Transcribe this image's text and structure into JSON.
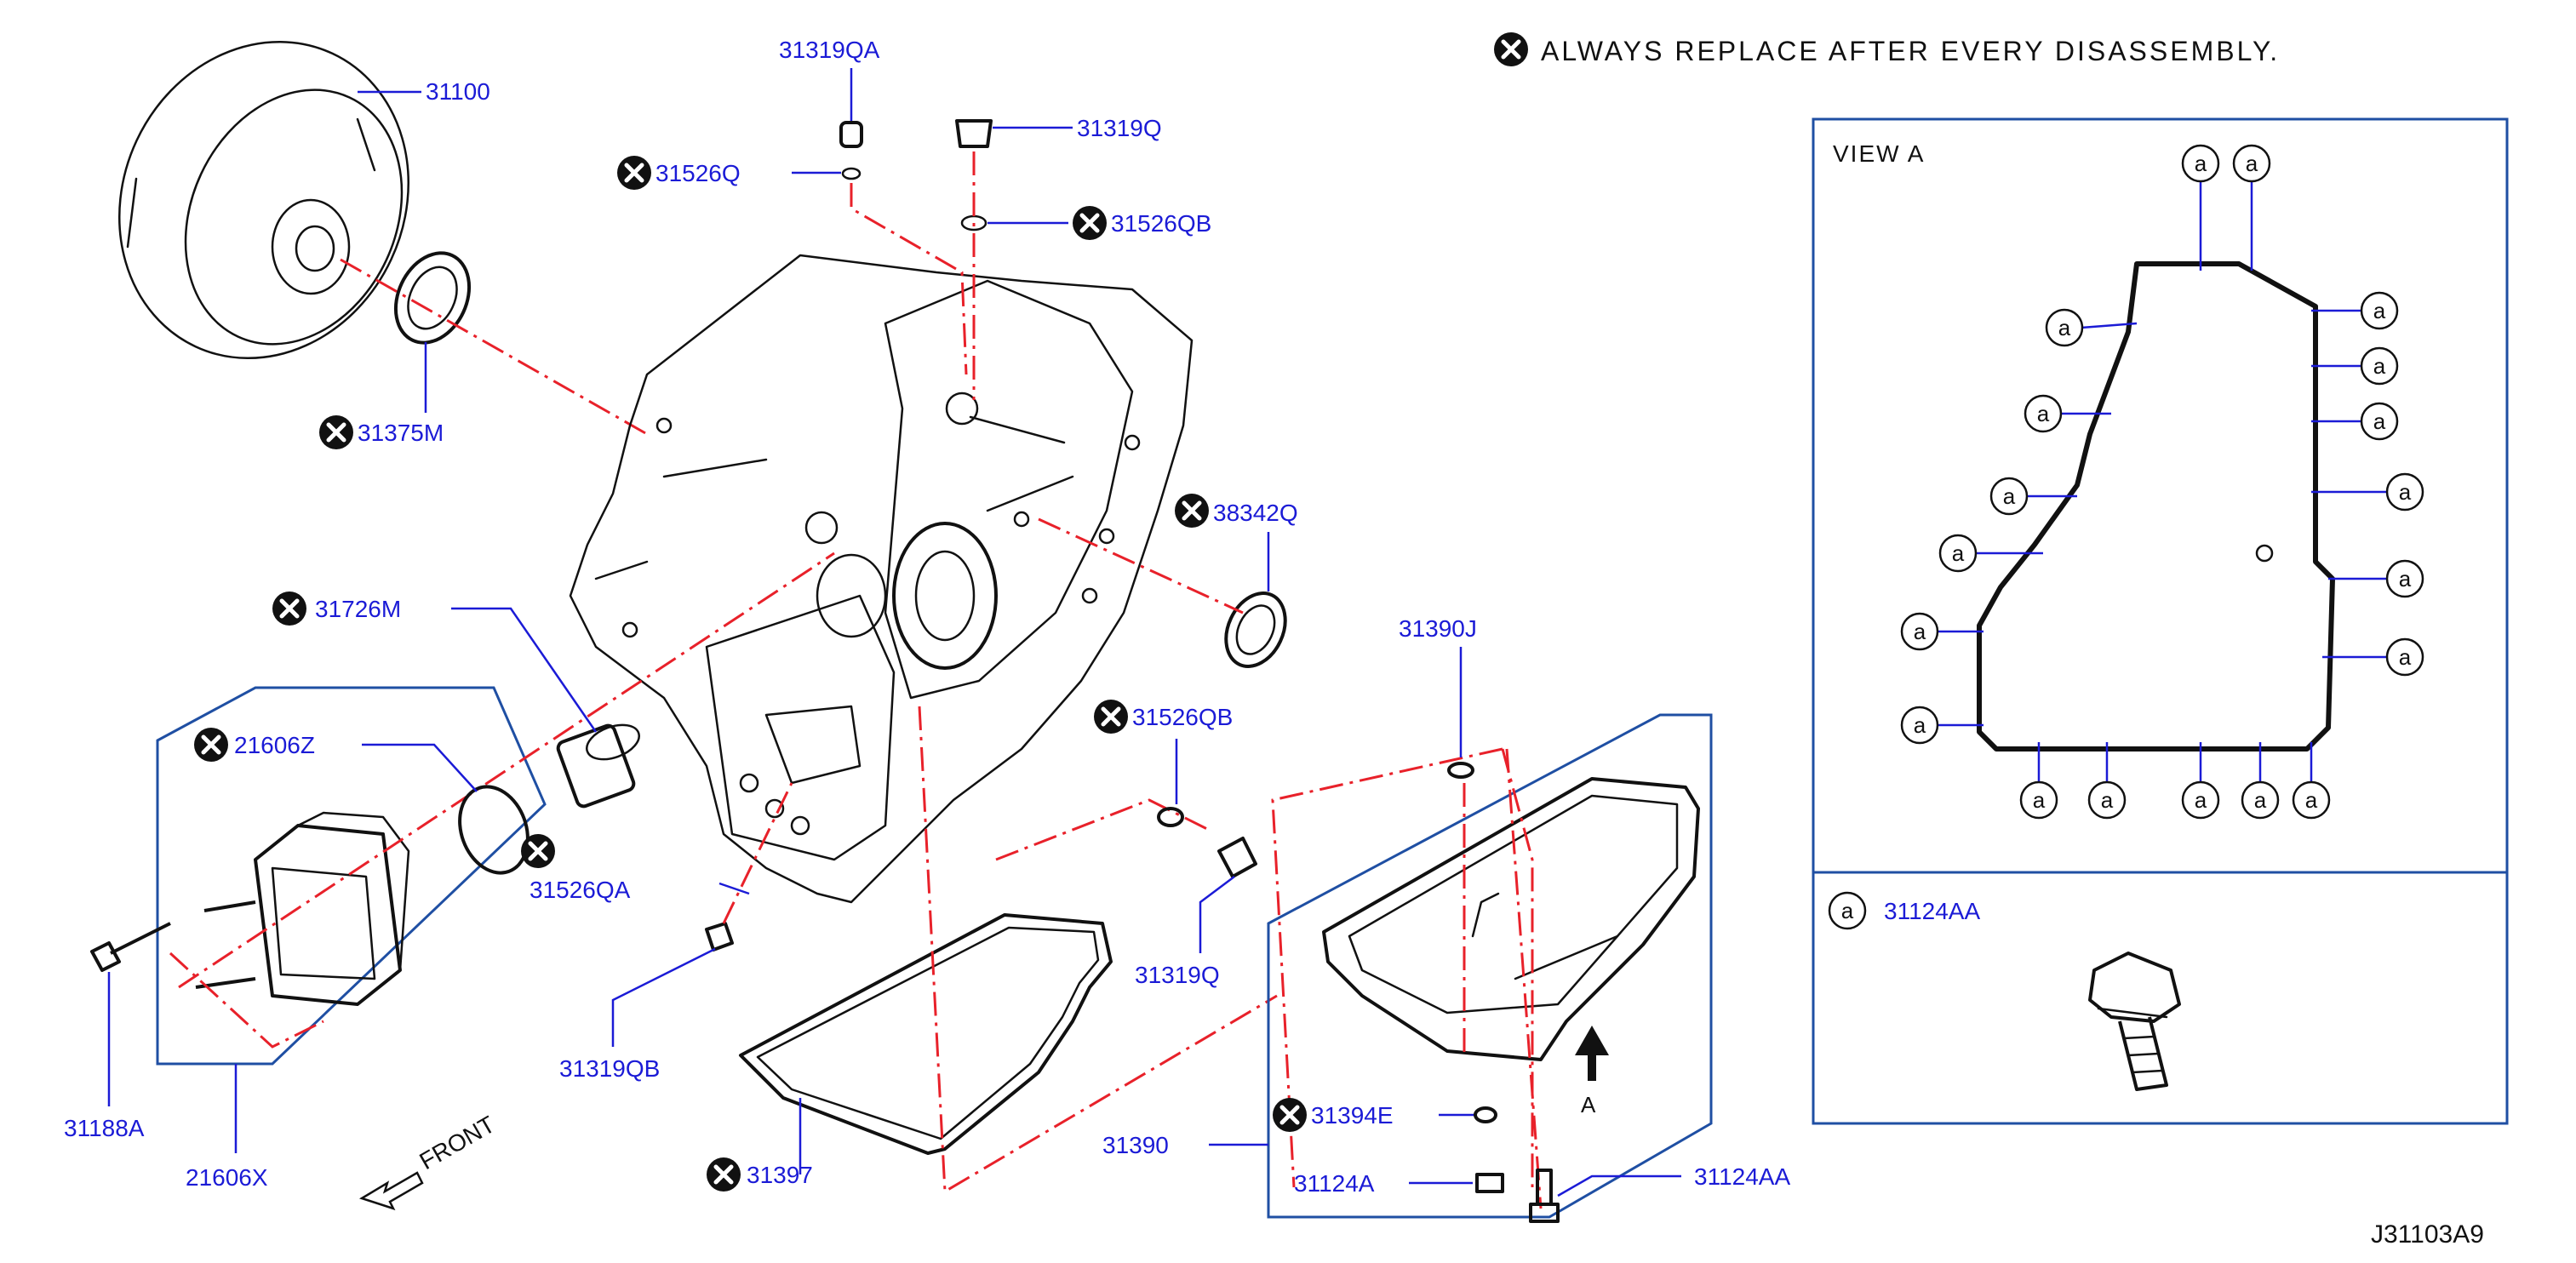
{
  "note": {
    "text": "ALWAYS  REPLACE  AFTER  EVERY  DISASSEMBLY."
  },
  "view": {
    "title": "VIEW  A",
    "bolt_marker": "a",
    "bolt_legend_part": "31124AA",
    "arrow_label": "A"
  },
  "front_label": "FRONT",
  "diagram_id": "J31103A9",
  "parts": {
    "p31100": "31100",
    "p31375M": "31375M",
    "p31319QA": "31319QA",
    "p31526Q": "31526Q",
    "p31319Q_top": "31319Q",
    "p31526QB_top": "31526QB",
    "p38342Q": "38342Q",
    "p31726M": "31726M",
    "p21606Z": "21606Z",
    "p31526QA": "31526QA",
    "p31319QB": "31319QB",
    "p31188A": "31188A",
    "p21606X": "21606X",
    "p31397": "31397",
    "p31390J": "31390J",
    "p31526QB_mid": "31526QB",
    "p31319Q_mid": "31319Q",
    "p31390": "31390",
    "p31394E": "31394E",
    "p31124A": "31124A",
    "p31124AA": "31124AA"
  },
  "colors": {
    "label": "#1b1bd6",
    "dashed_line": "#e8212a",
    "frame": "#1f4fa3",
    "drawing": "#111111"
  }
}
